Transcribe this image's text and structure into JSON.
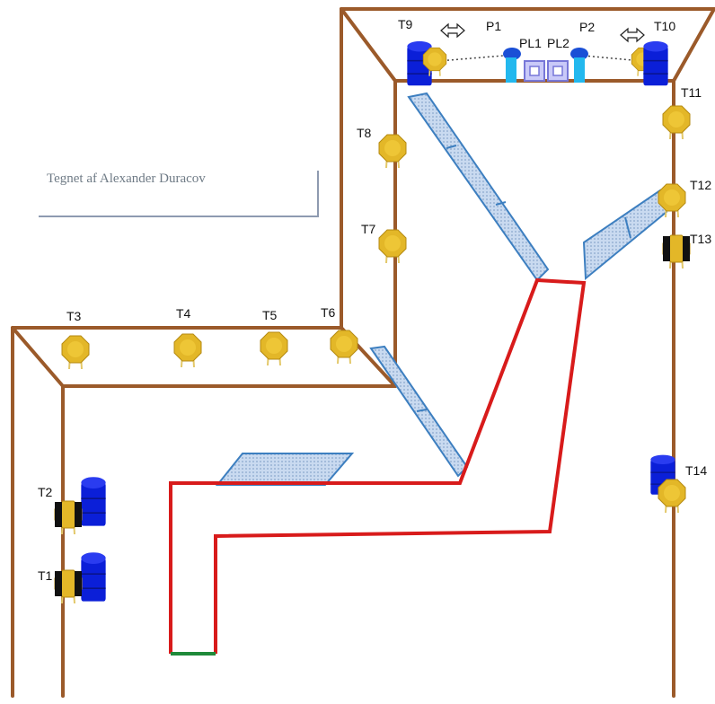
{
  "credit": "Tegnet af Alexander Duracov",
  "labels": {
    "T1": "T1",
    "T2": "T2",
    "T3": "T3",
    "T4": "T4",
    "T5": "T5",
    "T6": "T6",
    "T7": "T7",
    "T8": "T8",
    "T9": "T9",
    "T10": "T10",
    "T11": "T11",
    "T12": "T12",
    "T13": "T13",
    "T14": "T14",
    "P1": "P1",
    "P2": "P2",
    "PL1": "PL1",
    "PL2": "PL2"
  },
  "colors": {
    "frame": "#9b5a2a",
    "track": "#d81b1b",
    "track_end": "#1f8a3a",
    "drum": "#0b1fd8",
    "sensor": "#e3b728",
    "panel": "#b7cbe8",
    "panel_edge": "#3d7fc0"
  },
  "icons": {
    "arrow": "double-arrow-icon",
    "sensor": "sensor-icon",
    "drum": "drum-icon"
  }
}
